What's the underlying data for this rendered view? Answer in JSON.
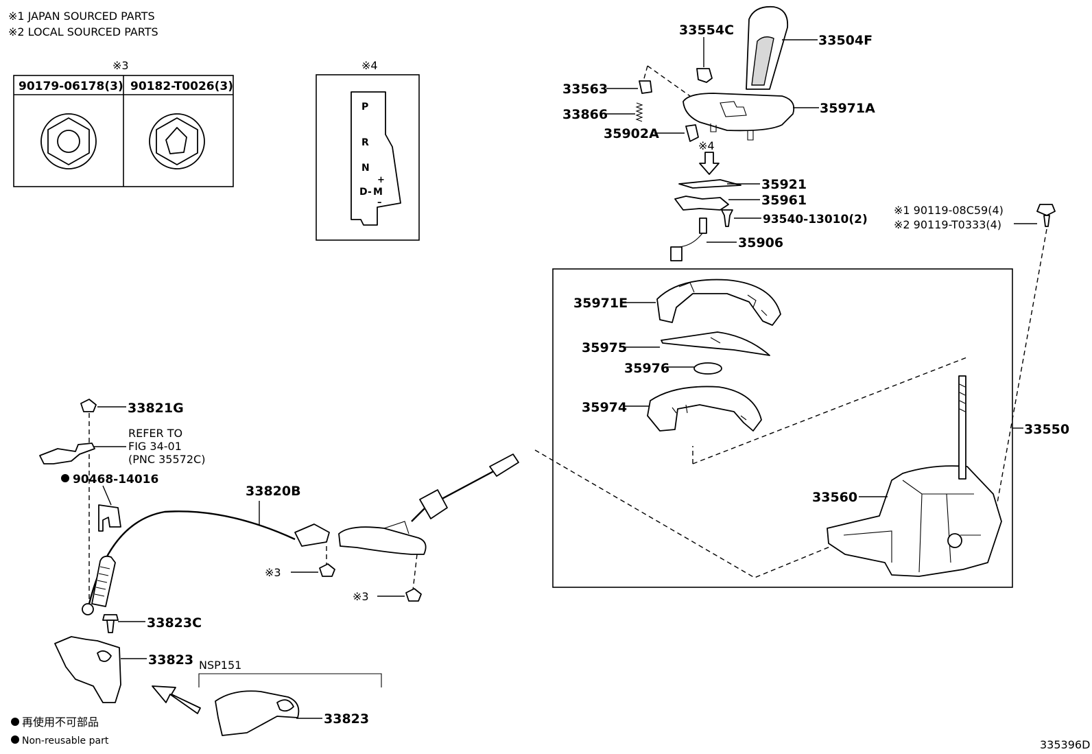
{
  "notes": {
    "note1": "※1 JAPAN SOURCED PARTS",
    "note2": "※2 LOCAL SOURCED PARTS"
  },
  "inset3": {
    "mark": "※3",
    "col1": "90179-06178(3)",
    "col2": "90182-T0026(3)"
  },
  "inset4": {
    "mark": "※4",
    "gate": {
      "p": "P",
      "r": "R",
      "n": "N",
      "d": "D",
      "dash": "-",
      "m": "M",
      "plus": "+",
      "minus": "–"
    }
  },
  "labels": {
    "l33554C": "33554C",
    "l33504F": "33504F",
    "l33563": "33563",
    "l33866": "33866",
    "l35902A": "35902A",
    "l35971A": "35971A",
    "mark4b": "※4",
    "l35921": "35921",
    "l35961": "35961",
    "l93540": "93540-13010(2)",
    "l35906": "35906",
    "l90119a": "※1 90119-08C59(4)",
    "l90119b": "※2 90119-T0333(4)",
    "l35971E": "35971E",
    "l35975": "35975",
    "l35976": "35976",
    "l35974": "35974",
    "l33550": "33550",
    "l33560": "33560",
    "l33821G": "33821G",
    "refer1": "REFER TO",
    "refer2": "FIG 34-01",
    "refer3": "(PNC 35572C)",
    "l90468": "90468-14016",
    "l33820B": "33820B",
    "mark3a": "※3",
    "mark3b": "※3",
    "l33823C": "33823C",
    "l33823a": "33823",
    "nsp": "NSP151",
    "l33823b": "33823"
  },
  "legend": {
    "jp": "再使用不可部品",
    "en": "Non-reusable part"
  },
  "figure_id": "335396D"
}
